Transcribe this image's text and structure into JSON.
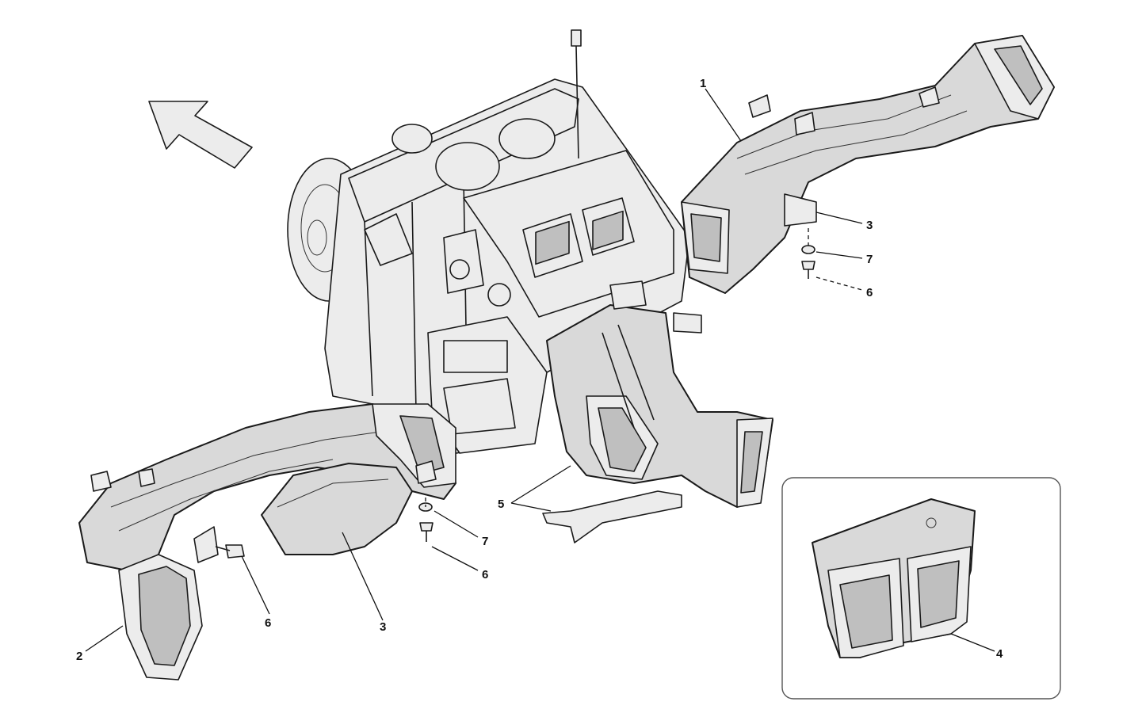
{
  "callouts": [
    {
      "id": "c1",
      "text": "1"
    },
    {
      "id": "c2",
      "text": "2"
    },
    {
      "id": "c3a",
      "text": "3"
    },
    {
      "id": "c3b",
      "text": "3"
    },
    {
      "id": "c4",
      "text": "4"
    },
    {
      "id": "c5",
      "text": "5"
    },
    {
      "id": "c6a",
      "text": "6"
    },
    {
      "id": "c6b",
      "text": "6"
    },
    {
      "id": "c6c",
      "text": "6"
    },
    {
      "id": "c7a",
      "text": "7"
    },
    {
      "id": "c7b",
      "text": "7"
    }
  ]
}
